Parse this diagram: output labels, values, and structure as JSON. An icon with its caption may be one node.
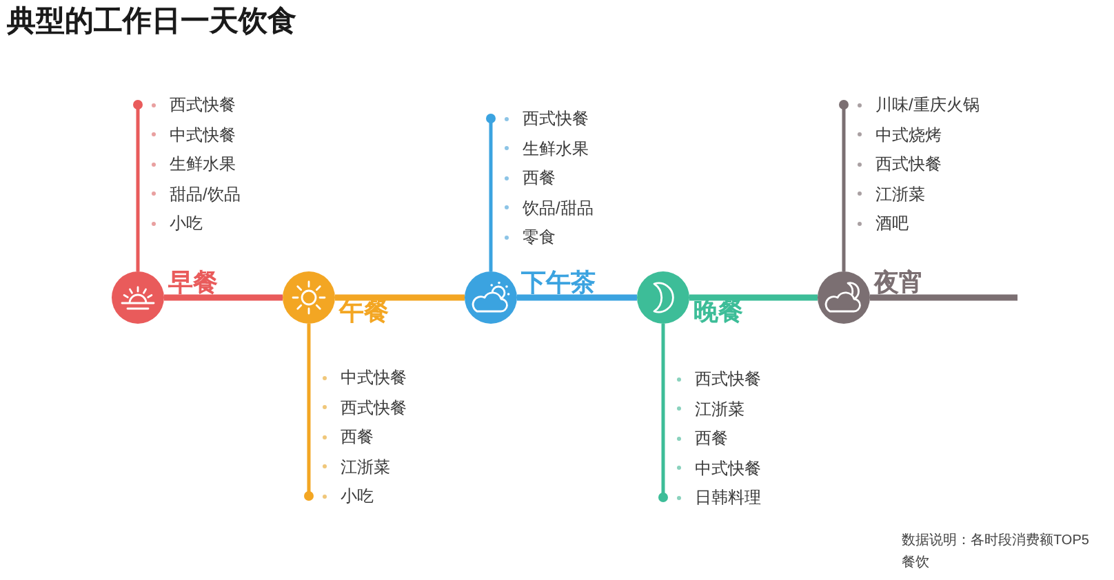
{
  "diagram": {
    "title": "典型的工作日一天饮食",
    "nodes": [
      {
        "text": [
          "早餐"
        ]
      },
      {
        "text": [
          "午餐"
        ]
      },
      {
        "text": [
          "下午茶"
        ]
      },
      {
        "text": [
          "晚餐"
        ]
      },
      {
        "text": [
          "夜宵"
        ]
      },
      {
        "text": [
          "西式快餐",
          "中式快餐",
          "生鲜水果",
          "甜品/饮品",
          "小吃"
        ]
      },
      {
        "text": [
          "中式快餐",
          "西式快餐",
          "西餐",
          "江浙菜",
          "小吃"
        ]
      },
      {
        "text": [
          "西式快餐",
          "生鲜水果",
          "西餐",
          "饮品/甜品",
          "零食"
        ]
      },
      {
        "text": [
          "西式快餐",
          "江浙菜",
          "西餐",
          "中式快餐",
          "日韩料理"
        ]
      },
      {
        "text": [
          "川味/重庆火锅",
          "中式烧烤",
          "西式快餐",
          "江浙菜",
          "酒吧"
        ]
      }
    ],
    "edges": [
      {
        "from": 0,
        "to": 5,
        "arrow": "other",
        "color": "#e95b5b"
      },
      {
        "from": 0,
        "to": 1,
        "arrow": "none",
        "style": "thick",
        "color": "#e95b5b"
      },
      {
        "from": 1,
        "to": 6,
        "arrow": "other",
        "color": "#f3a623"
      },
      {
        "from": 1,
        "to": 2,
        "arrow": "none",
        "style": "thick",
        "color": "#f3a623"
      },
      {
        "from": 2,
        "to": 7,
        "arrow": "other",
        "color": "#3ba3e0"
      },
      {
        "from": 2,
        "to": 3,
        "arrow": "none",
        "style": "thick",
        "color": "#3ba3e0"
      },
      {
        "from": 3,
        "to": 8,
        "arrow": "other",
        "color": "#3dbd98"
      },
      {
        "from": 3,
        "to": 4,
        "arrow": "none",
        "style": "thick",
        "color": "#3dbd98"
      },
      {
        "from": 4,
        "to": 9,
        "arrow": "other",
        "color": "#7b6f72"
      },
      {
        "from": 4,
        "to": null,
        "arrow": "none",
        "style": "thick",
        "color": "#7b6f72"
      }
    ],
    "labels": [
      "数据说明：各时段消费额TOP5餐饮"
    ]
  }
}
